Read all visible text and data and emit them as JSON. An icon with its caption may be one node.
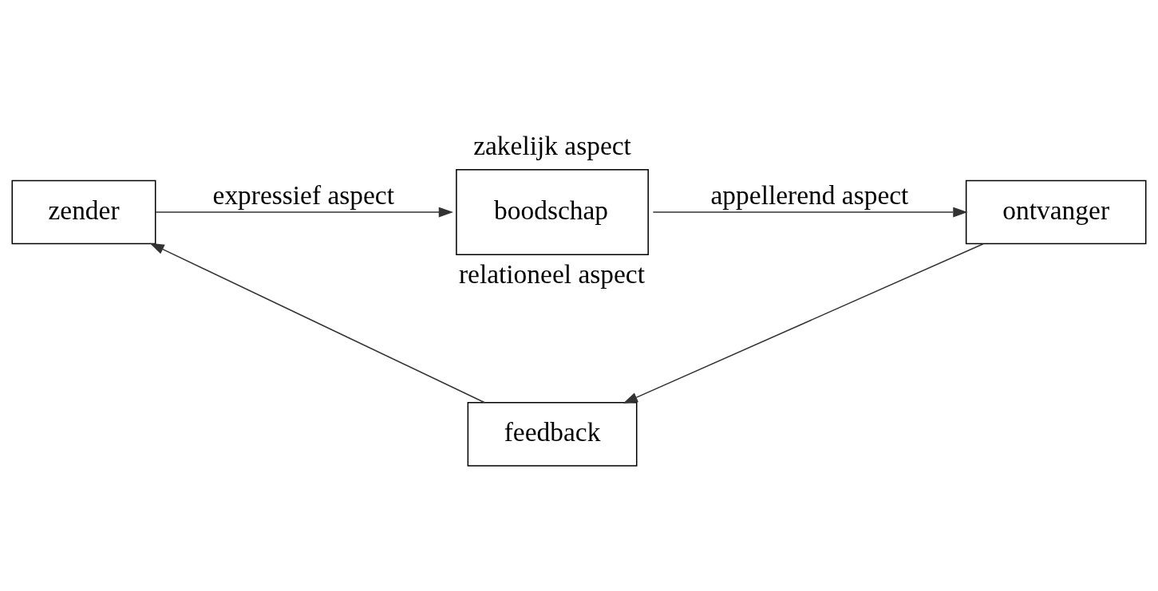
{
  "diagram": {
    "nodes": [
      {
        "text": [
          "zender"
        ]
      },
      {
        "text": [
          "boodschap"
        ],
        "beside": [
          "zakelijk aspect",
          "relationeel aspect"
        ]
      },
      {
        "text": [
          "ontvanger"
        ]
      },
      {
        "text": [
          "feedback"
        ]
      }
    ],
    "edges": [
      {
        "from": 0,
        "to": 1,
        "arrow": "to",
        "label": "expressief aspect"
      },
      {
        "from": 1,
        "to": 2,
        "arrow": "to",
        "label": "appellerend aspect"
      },
      {
        "from": 2,
        "to": 3,
        "arrow": "to"
      },
      {
        "from": 3,
        "to": 0,
        "arrow": "to"
      }
    ]
  }
}
